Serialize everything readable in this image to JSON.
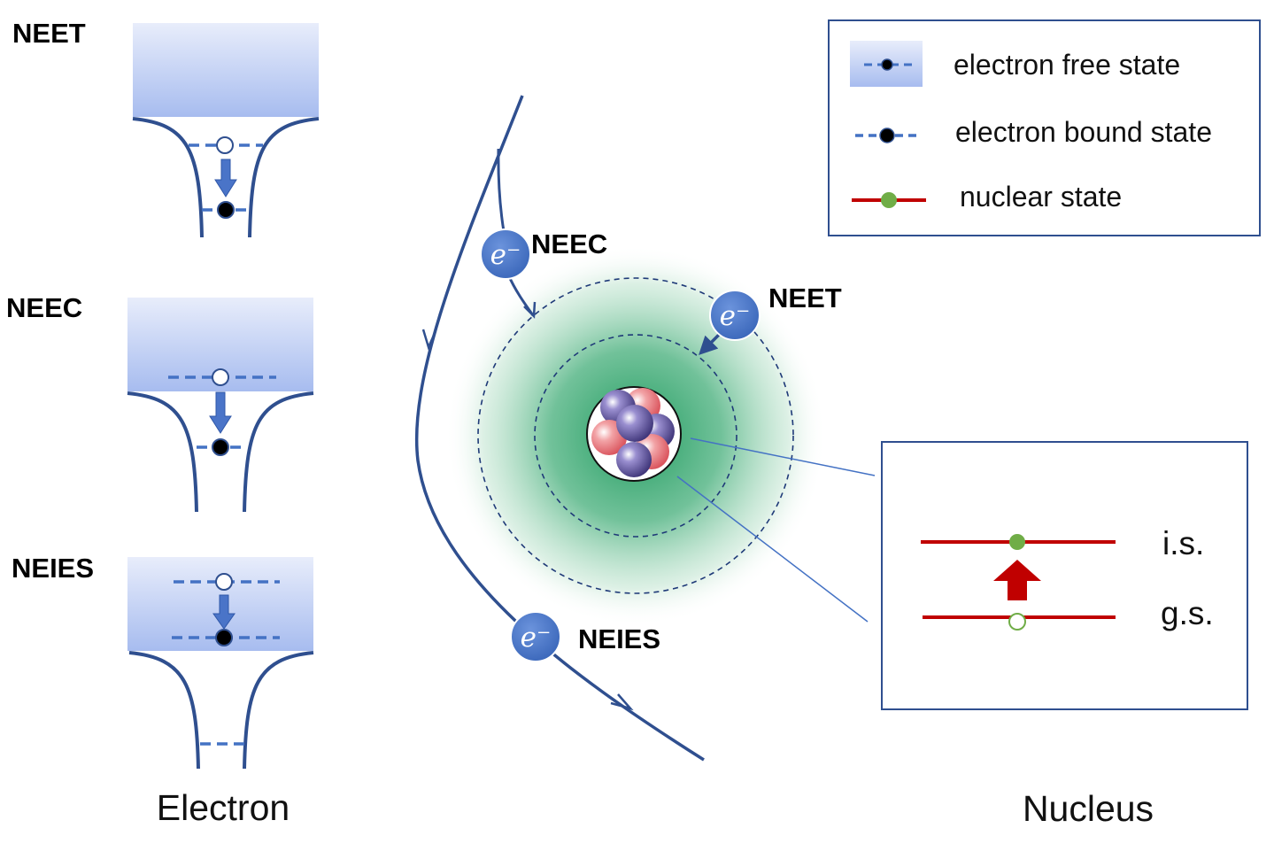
{
  "panels": [
    {
      "label": "NEET"
    },
    {
      "label": "NEEC"
    },
    {
      "label": "NEIES"
    }
  ],
  "bottom_labels": {
    "left": "Electron",
    "right": "Nucleus"
  },
  "center": {
    "electron_symbol": "e⁻",
    "process_labels": {
      "neec": "NEEC",
      "neet": "NEET",
      "neies": "NEIES"
    }
  },
  "legend": {
    "items": [
      {
        "label": "electron free state"
      },
      {
        "label": "electron bound state"
      },
      {
        "label": "nuclear state"
      }
    ]
  },
  "nucleus_box": {
    "upper_level": "i.s.",
    "lower_level": "g.s."
  },
  "colors": {
    "well_line": "#2f4f8f",
    "dash_blue": "#4472c4",
    "band_top": "#e6ecfb",
    "band_bottom": "#a9bdf0",
    "arrow_blue": "#4a74c8",
    "electron_ball": "#4472c4",
    "nuclear_red": "#c00000",
    "nuclear_green": "#70ad47",
    "glow_green": "#2fa56a",
    "proton": "#e7737a",
    "neutron": "#5c4f9c"
  }
}
